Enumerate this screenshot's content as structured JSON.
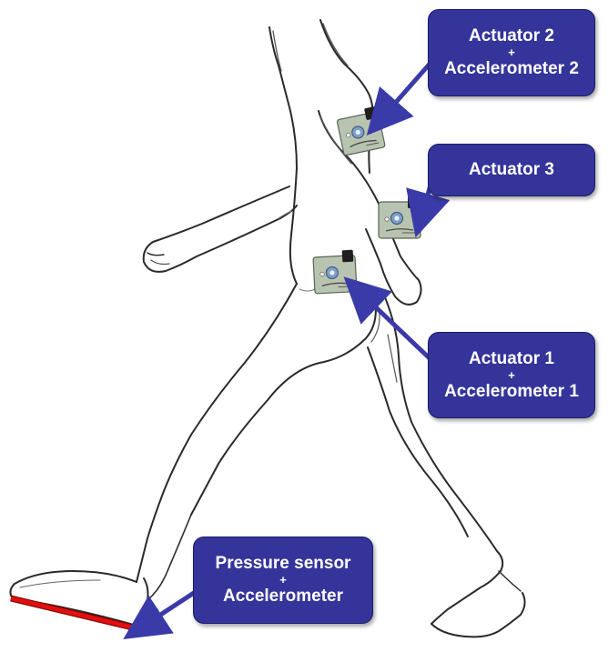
{
  "colors": {
    "callout_fill": "#34349a",
    "callout_text": "#ffffff",
    "arrow": "#3a3aa8",
    "insole": "#e01010",
    "sketch": "#2a2a2a",
    "device_body": "#b9c4b0"
  },
  "callouts": {
    "actuator2": {
      "line1": "Actuator 2",
      "plus": "+",
      "line2": "Accelerometer  2"
    },
    "actuator3": {
      "line1": "Actuator 3"
    },
    "actuator1": {
      "line1": "Actuator 1",
      "plus": "+",
      "line2": "Accelerometer  1"
    },
    "pressure": {
      "line1": "Pressure sensor",
      "plus": "+",
      "line2": "Accelerometer"
    }
  },
  "icons": {
    "device": "wearable-sensor-unit-icon",
    "insole": "pressure-insole-strip"
  }
}
